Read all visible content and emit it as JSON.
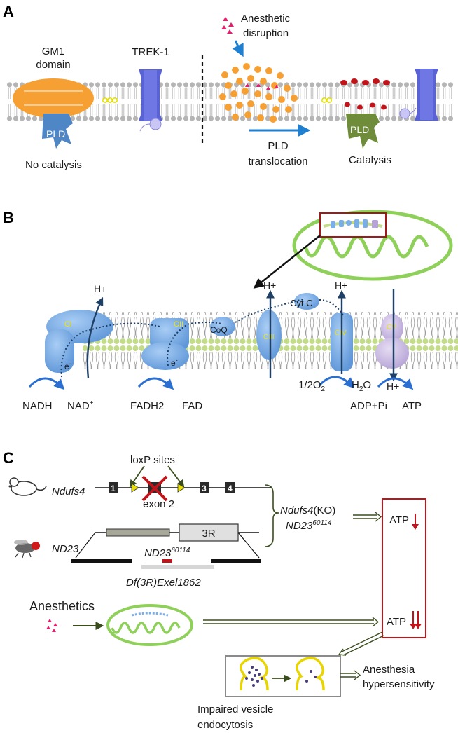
{
  "panel_a": {
    "letter": "A",
    "gm1_line1": "GM1",
    "gm1_line2": "domain",
    "trek": "TREK-1",
    "pld": "PLD",
    "no_catalysis": "No catalysis",
    "anesthetic_line1": "Anesthetic",
    "anesthetic_line2": "disruption",
    "translocation_line1": "PLD",
    "translocation_line2": "translocation",
    "pld_right": "PLD",
    "catalysis": "Catalysis"
  },
  "panel_b": {
    "letter": "B",
    "h_plus": "H+",
    "complexes": [
      "CI",
      "CII",
      "CIII",
      "CIV",
      "CV"
    ],
    "coq": "CoQ",
    "cytc": "Cyt C",
    "electron": "e",
    "electron_sup": "-",
    "nadh": "NADH",
    "nad": "NAD",
    "nad_sup": "+",
    "fadh2": "FADH2",
    "fad": "FAD",
    "half_o2_a": "1/2O",
    "half_o2_sub": "2",
    "h2o_a": "H",
    "h2o_sub": "2",
    "h2o_b": "O",
    "adp": "ADP+Pi",
    "atp": "ATP"
  },
  "panel_c": {
    "letter": "C",
    "loxp": "loxP sites",
    "ndufs4": "Ndufs4",
    "exons": [
      "1",
      "3",
      "4"
    ],
    "exon2": "exon 2",
    "nd23": "ND23",
    "threer": "3R",
    "nd23_allele": "ND23",
    "nd23_allele_sup": "60114",
    "df": "Df(3R)Exel1862",
    "ko_gene": "Ndufs4",
    "ko_suffix": "(KO)",
    "ko_line2": "ND23",
    "ko_line2_sup": "60114",
    "atp": "ATP",
    "anesthetics": "Anesthetics",
    "impaired_line1": "Impaired vesicle",
    "impaired_line2": "endocytosis",
    "hyper_line1": "Anesthesia",
    "hyper_line2": "hypersensitivity"
  },
  "colors": {
    "lipid_gray": "#b8b8b8",
    "lipid_green": "#c3dc8a",
    "orange": "#f6a033",
    "pld_blue": "#4f86c6",
    "trek_purple": "#5a63d6",
    "complex_blue": "#7aaee6",
    "navy": "#1e3f66",
    "mito_green": "#8fd05a",
    "dark_olive": "#3a4d1c",
    "red": "#c0141a",
    "magenta": "#e0206f",
    "yellow": "#e8d400"
  }
}
